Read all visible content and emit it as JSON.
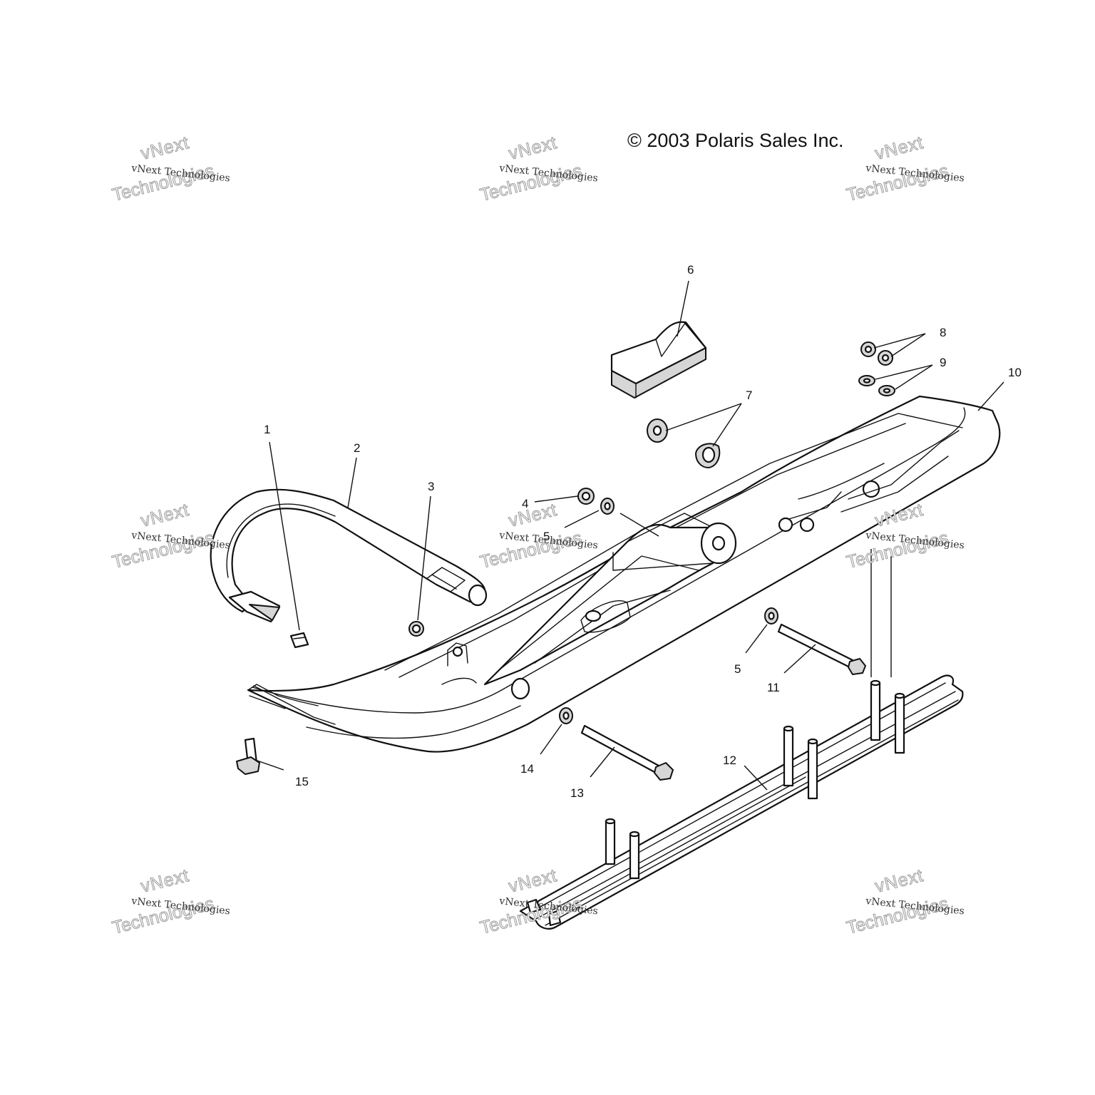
{
  "copyright": "© 2003 Polaris Sales Inc.",
  "watermark": {
    "line1": "vNext Technologies",
    "line2": "vNext",
    "line3": "Technologies"
  },
  "callouts": [
    "1",
    "2",
    "3",
    "4",
    "5",
    "5",
    "6",
    "7",
    "8",
    "9",
    "10",
    "11",
    "12",
    "13",
    "14",
    "15"
  ],
  "colors": {
    "line": "#111111",
    "background": "#ffffff",
    "watermark_outline": "#9a9a9a"
  }
}
